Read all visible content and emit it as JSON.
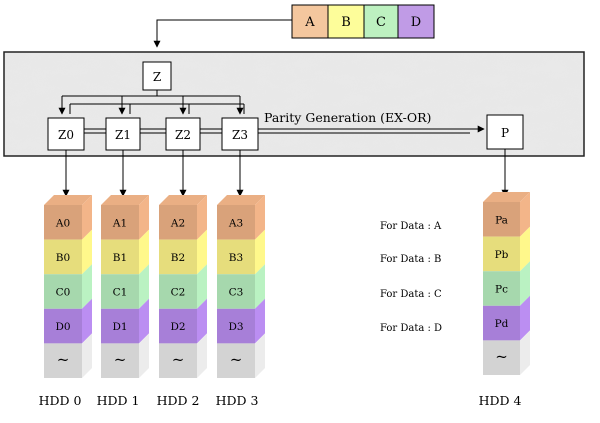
{
  "top_blocks": [
    {
      "label": "A",
      "color": "#f4c79e"
    },
    {
      "label": "B",
      "color": "#fdfd9a"
    },
    {
      "label": "C",
      "color": "#bdf1c0"
    },
    {
      "label": "D",
      "color": "#c09be6"
    }
  ],
  "split_node": "Z",
  "stripe_nodes": [
    "Z0",
    "Z1",
    "Z2",
    "Z3"
  ],
  "parity_label": "Parity Generation (EX-OR)",
  "parity_node": "P",
  "data_disks": [
    {
      "name": "HDD 0",
      "cells": [
        "A0",
        "B0",
        "C0",
        "D0",
        "~"
      ]
    },
    {
      "name": "HDD 1",
      "cells": [
        "A1",
        "B1",
        "C1",
        "D1",
        "~"
      ]
    },
    {
      "name": "HDD 2",
      "cells": [
        "A2",
        "B2",
        "C2",
        "D2",
        "~"
      ]
    },
    {
      "name": "HDD 3",
      "cells": [
        "A3",
        "B3",
        "C3",
        "D3",
        "~"
      ]
    }
  ],
  "parity_disk": {
    "name": "HDD 4",
    "cells": [
      "Pa",
      "Pb",
      "Pc",
      "Pd",
      "~"
    ]
  },
  "legend": [
    "For Data : A",
    "For Data : B",
    "For Data : C",
    "For Data : D"
  ],
  "colors": {
    "A": "#d9a27a",
    "B": "#e6dd7c",
    "C": "#a6d8ad",
    "D": "#a77fd8",
    "tail": "#d3d3d3",
    "marble": "#cfcfcf"
  }
}
